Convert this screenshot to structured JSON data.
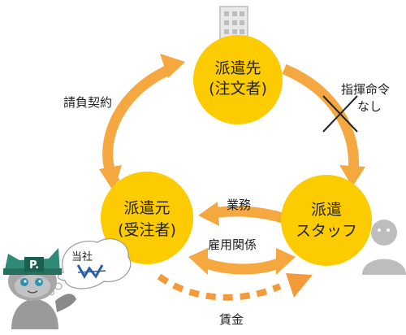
{
  "nodes": {
    "client": {
      "line1": "派遣先",
      "line2": "(注文者)"
    },
    "agency": {
      "line1": "派遣元",
      "line2": "(受注者)"
    },
    "staff": {
      "line1": "派遣",
      "line2": "スタッフ"
    }
  },
  "edges": {
    "contract": "請負契約",
    "command_line1": "指揮命令",
    "command_line2": "なし",
    "work": "業務",
    "employment": "雇用関係",
    "wage": "賃金"
  },
  "mascot": {
    "badge": "P.",
    "bubble": "当社"
  },
  "colors": {
    "circle": "#fccc00",
    "arrow": "#f4a83f",
    "dashed": "#f39a3a",
    "person": "#bdbdbd"
  }
}
